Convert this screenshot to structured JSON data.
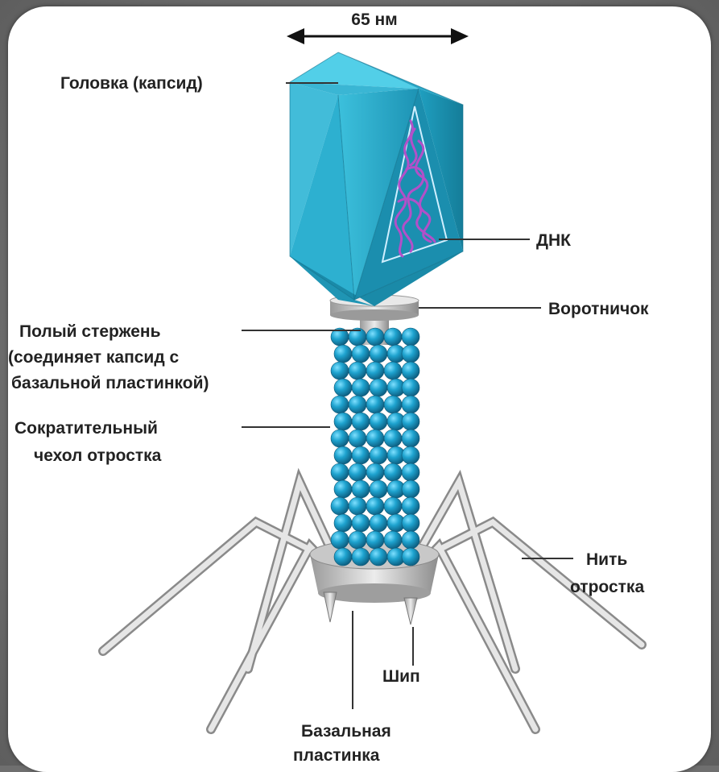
{
  "diagram": {
    "scale_label": "65 нм",
    "labels": {
      "head": "Головка (капсид)",
      "dna": "ДНК",
      "collar": "Воротничок",
      "hollow_rod": [
        "Полый стержень",
        "(соединяет капсид с",
        "базальной пластинкой)"
      ],
      "sheath": [
        "Сократительный",
        "чехол отростка"
      ],
      "tail_fiber": [
        "Нить",
        "отростка"
      ],
      "spike": "Шип",
      "base_plate": [
        "Базальная",
        "пластинка"
      ]
    },
    "colors": {
      "capsid": "#29a7c7",
      "capsid_dark": "#1782a0",
      "sheath_bead": "#1ea3cf",
      "dna": "#b250c9",
      "metal": "#d4d4d4"
    }
  }
}
